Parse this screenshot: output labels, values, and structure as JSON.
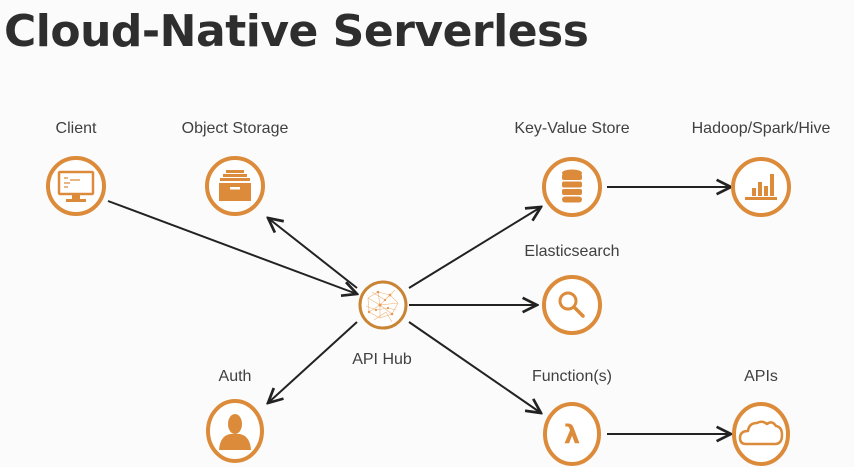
{
  "title": "Cloud-Native Serverless",
  "colors": {
    "accent": "#dc8b3a",
    "line": "#222222",
    "background": "#fbfbfb"
  },
  "nodes": {
    "client": {
      "label": "Client",
      "icon": "monitor-icon"
    },
    "object_storage": {
      "label": "Object Storage",
      "icon": "file-cabinet-icon"
    },
    "key_value_store": {
      "label": "Key-Value Store",
      "icon": "database-icon"
    },
    "hadoop": {
      "label": "Hadoop/Spark/Hive",
      "icon": "bar-chart-icon"
    },
    "elasticsearch": {
      "label": "Elasticsearch",
      "icon": "search-icon"
    },
    "api_hub": {
      "label": "API Hub",
      "icon": "network-mesh-icon"
    },
    "auth": {
      "label": "Auth",
      "icon": "user-icon"
    },
    "functions": {
      "label": "Function(s)",
      "icon": "lambda-icon",
      "glyph": "λ"
    },
    "apis": {
      "label": "APIs",
      "icon": "cloud-icon"
    }
  },
  "edges": [
    {
      "from": "client",
      "to": "api_hub"
    },
    {
      "from": "api_hub",
      "to": "object_storage"
    },
    {
      "from": "api_hub",
      "to": "key_value_store"
    },
    {
      "from": "api_hub",
      "to": "elasticsearch"
    },
    {
      "from": "api_hub",
      "to": "auth"
    },
    {
      "from": "api_hub",
      "to": "functions"
    },
    {
      "from": "key_value_store",
      "to": "hadoop"
    },
    {
      "from": "functions",
      "to": "apis"
    }
  ]
}
